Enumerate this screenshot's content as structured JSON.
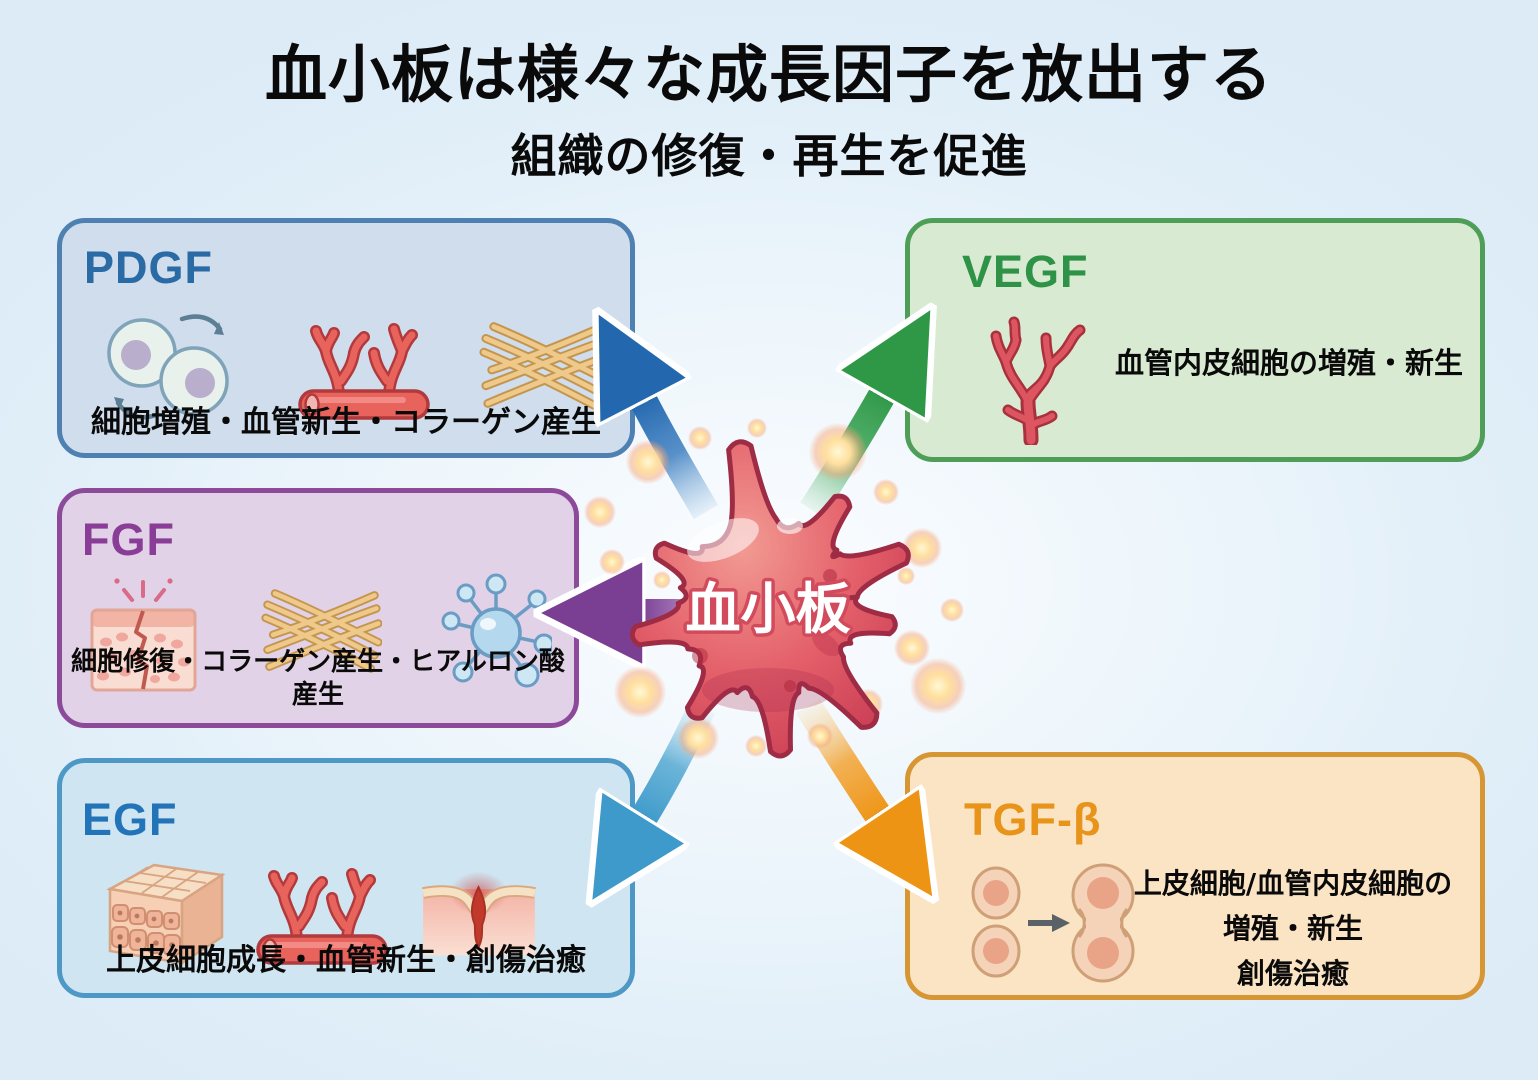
{
  "header": {
    "title": "血小板は様々な成長因子を放出する",
    "subtitle": "組織の修復・再生を促進"
  },
  "platelet": {
    "label": "血小板",
    "body_color": "#d9475a"
  },
  "factors": {
    "pdgf": {
      "name": "PDGF",
      "description": "細胞増殖・血管新生・コラーゲン産生",
      "accent_color": "#2a6ba6",
      "box_bg": "#cfdded",
      "box_border": "#4e81b2",
      "arrow_color": "#2368ae",
      "icons": [
        "cell-division-icon",
        "blood-vessel-icon",
        "collagen-fibers-icon"
      ]
    },
    "vegf": {
      "name": "VEGF",
      "description": "血管内皮細胞の増殖・新生",
      "accent_color": "#2e9247",
      "box_bg": "#d9ead3",
      "box_border": "#4f9e57",
      "arrow_color": "#2f9847",
      "icons": [
        "vessel-tree-icon"
      ]
    },
    "fgf": {
      "name": "FGF",
      "description": "細胞修復・コラーゲン産生・ヒアルロン酸産生",
      "accent_color": "#8a3d96",
      "box_bg": "#e1d2e7",
      "box_border": "#8d4a9b",
      "arrow_color": "#7a3f93",
      "icons": [
        "skin-repair-icon",
        "collagen-fibers-icon",
        "hyaluronic-acid-icon"
      ]
    },
    "egf": {
      "name": "EGF",
      "description": "上皮細胞成長・血管新生・創傷治癒",
      "accent_color": "#2273b8",
      "box_bg": "#cfe5f1",
      "box_border": "#4e98c5",
      "arrow_color": "#3d9aca",
      "icons": [
        "epithelium-icon",
        "blood-vessel-icon",
        "wound-healing-icon"
      ]
    },
    "tgfb": {
      "name": "TGF-β",
      "description_lines": [
        "上皮細胞/血管内皮細胞の",
        "増殖・新生",
        "創傷治癒"
      ],
      "accent_color": "#e8941a",
      "box_bg": "#fbe4c3",
      "box_border": "#d79634",
      "arrow_color": "#ee9414",
      "icons": [
        "cell-proliferation-icon"
      ]
    }
  },
  "background_color": "#dcebf6"
}
